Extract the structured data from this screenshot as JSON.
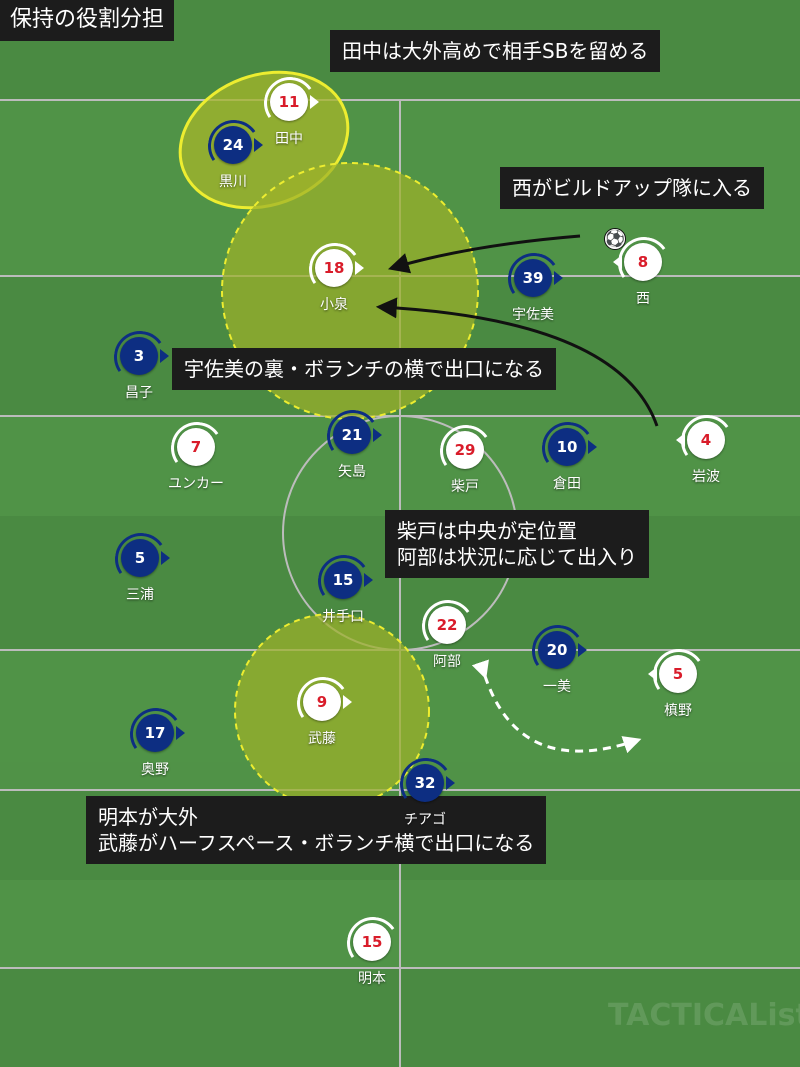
{
  "title": "保持の役割分担",
  "annotations": {
    "tanaka": "田中は大外高めで相手SBを留める",
    "nishi": "西がビルドアップ隊に入る",
    "koizumi": "宇佐美の裏・ボランチの横で出口になる",
    "shibato_line1": "柴戸は中央が定位置",
    "shibato_line2": "阿部は状況に応じて出入り",
    "mutou_line1": "明本が大外",
    "mutou_line2": "武藤がハーフスペース・ボランチ横で出口になる"
  },
  "players": {
    "tanaka": {
      "number": "11",
      "name": "田中"
    },
    "kurokawa": {
      "number": "24",
      "name": "黒川"
    },
    "koizumi": {
      "number": "18",
      "name": "小泉"
    },
    "usami": {
      "number": "39",
      "name": "宇佐美"
    },
    "nishi": {
      "number": "8",
      "name": "西"
    },
    "akiko": {
      "number": "3",
      "name": "昌子"
    },
    "yunkar": {
      "number": "7",
      "name": "ユンカー"
    },
    "yajima": {
      "number": "21",
      "name": "矢島"
    },
    "shibato": {
      "number": "29",
      "name": "柴戸"
    },
    "kurata": {
      "number": "10",
      "name": "倉田"
    },
    "iwanami": {
      "number": "4",
      "name": "岩波"
    },
    "miura": {
      "number": "5",
      "name": "三浦"
    },
    "inoteguchi": {
      "number": "15",
      "name": "井手口"
    },
    "abe": {
      "number": "22",
      "name": "阿部"
    },
    "kazumi": {
      "number": "20",
      "name": "一美"
    },
    "makino": {
      "number": "5",
      "name": "槙野"
    },
    "okuno": {
      "number": "17",
      "name": "奥野"
    },
    "mutou": {
      "number": "9",
      "name": "武藤"
    },
    "chiago": {
      "number": "32",
      "name": "チアゴ"
    },
    "akimoto": {
      "number": "15",
      "name": "明本"
    }
  },
  "watermark": "TACTICALista",
  "colors": {
    "pitch": "#4a8a42",
    "home": "#d91c2a",
    "away": "#0d2e82",
    "highlight": "#e6e632"
  }
}
